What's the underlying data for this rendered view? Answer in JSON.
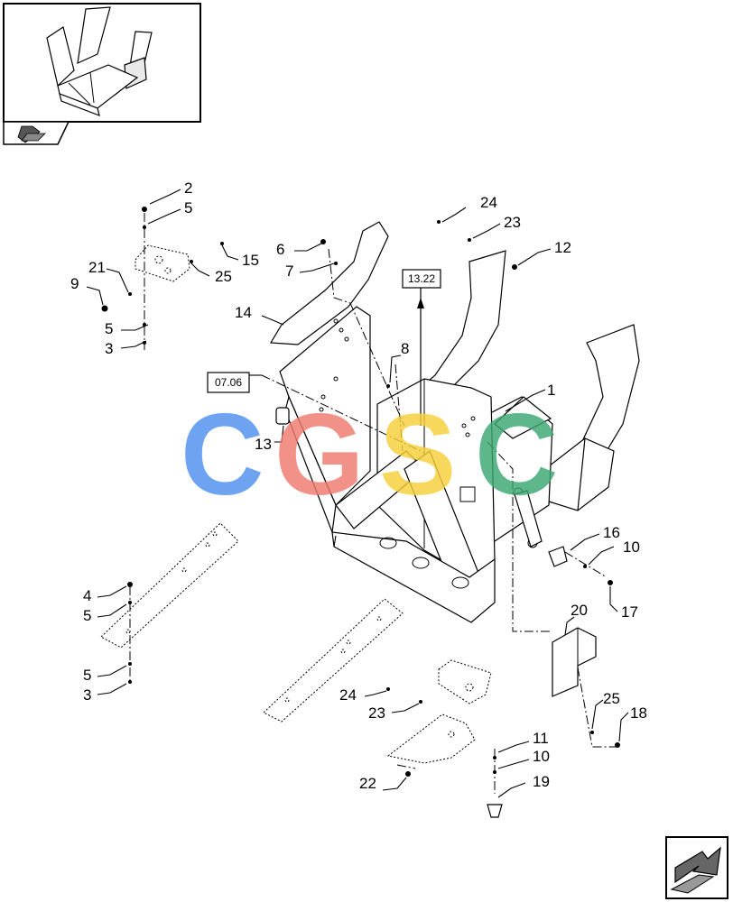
{
  "diagram": {
    "callouts": [
      "1",
      "2",
      "3",
      "3",
      "4",
      "5",
      "5",
      "5",
      "5",
      "6",
      "7",
      "8",
      "9",
      "10",
      "10",
      "11",
      "12",
      "13",
      "14",
      "15",
      "16",
      "17",
      "18",
      "19",
      "20",
      "21",
      "22",
      "23",
      "23",
      "24",
      "24",
      "25",
      "25"
    ],
    "references": [
      "13.22",
      "07.06"
    ],
    "watermark": {
      "letters": [
        "C",
        "G",
        "S",
        "C"
      ],
      "colors": [
        "#4f8ff0",
        "#f07a6e",
        "#f7cf3a",
        "#3aa872"
      ]
    },
    "icons": [
      "thumbnail-image",
      "page-nav-icon",
      "next-page-arrow-icon"
    ]
  }
}
